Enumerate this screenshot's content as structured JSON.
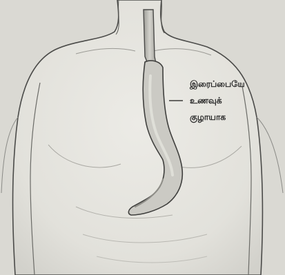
{
  "figure": {
    "label_lines": [
      "இரைப்பையே",
      "உணவுக்",
      "குழாயாக"
    ],
    "colors": {
      "background": "#dad9d3",
      "body_fill": "#e6e5df",
      "outline": "#4a4a48",
      "organ_fill": "#c9c8c2",
      "text": "#2c2c2c"
    }
  }
}
